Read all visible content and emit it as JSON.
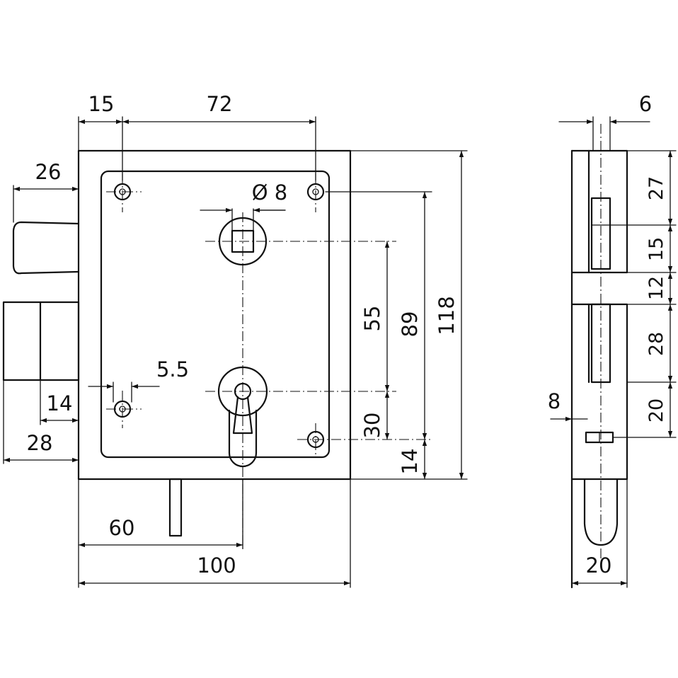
{
  "front_view": {
    "dims": {
      "top_15": "15",
      "top_72": "72",
      "bolt_26": "26",
      "spindle_dia": "Ø 8",
      "hole_5_5": "5.5",
      "v_55": "55",
      "v_89": "89",
      "v_118": "118",
      "v_30": "30",
      "v_14": "14",
      "left_14": "14",
      "left_28": "28",
      "bottom_60": "60",
      "bottom_100": "100"
    }
  },
  "side_view": {
    "dims": {
      "top_6": "6",
      "v_27": "27",
      "v_15": "15",
      "v_12": "12",
      "v_28": "28",
      "v_20": "20",
      "left_8": "8",
      "bottom_20": "20"
    }
  }
}
